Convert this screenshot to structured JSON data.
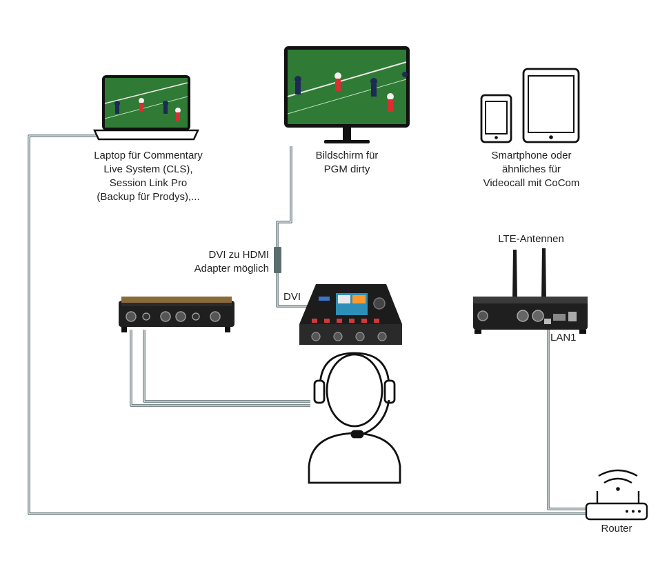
{
  "labels": {
    "laptop": [
      "Laptop für Commentary",
      "Live System (CLS),",
      "Session Link Pro",
      "(Backup für Prodys),..."
    ],
    "monitor": [
      "Bildschirm für",
      "PGM dirty"
    ],
    "mobile": [
      "Smartphone oder",
      "ähnliches für",
      "Videocall mit CoCom"
    ],
    "adapter": [
      "DVI zu HDMI",
      "Adapter möglich"
    ],
    "dvi": "DVI",
    "lte": "LTE-Antennen",
    "lan": "LAN1",
    "router": "Router"
  },
  "colors": {
    "cable": "#4f6366",
    "cable_inner": "#ffffff",
    "adapter": "#5a6e70",
    "device_body": "#1f1f1f",
    "screen_frame": "#111111",
    "pitch": "#2f7a34",
    "outline": "#111111"
  }
}
